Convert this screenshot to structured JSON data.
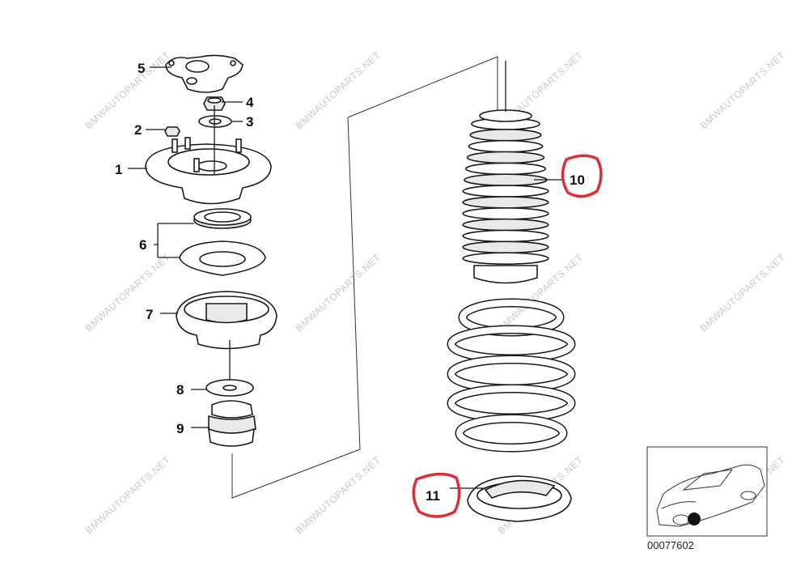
{
  "watermark": "BMWAUTOPARTS.NET",
  "reference_number": "00077602",
  "highlight_color": "#d9303a",
  "callouts": [
    {
      "id": "1",
      "text": "1"
    },
    {
      "id": "2",
      "text": "2"
    },
    {
      "id": "3",
      "text": "3"
    },
    {
      "id": "4",
      "text": "4"
    },
    {
      "id": "5",
      "text": "5"
    },
    {
      "id": "6",
      "text": "6"
    },
    {
      "id": "7",
      "text": "7"
    },
    {
      "id": "8",
      "text": "8"
    },
    {
      "id": "9",
      "text": "9"
    },
    {
      "id": "10",
      "text": "10",
      "highlighted": true
    },
    {
      "id": "11",
      "text": "11",
      "highlighted": true
    }
  ]
}
